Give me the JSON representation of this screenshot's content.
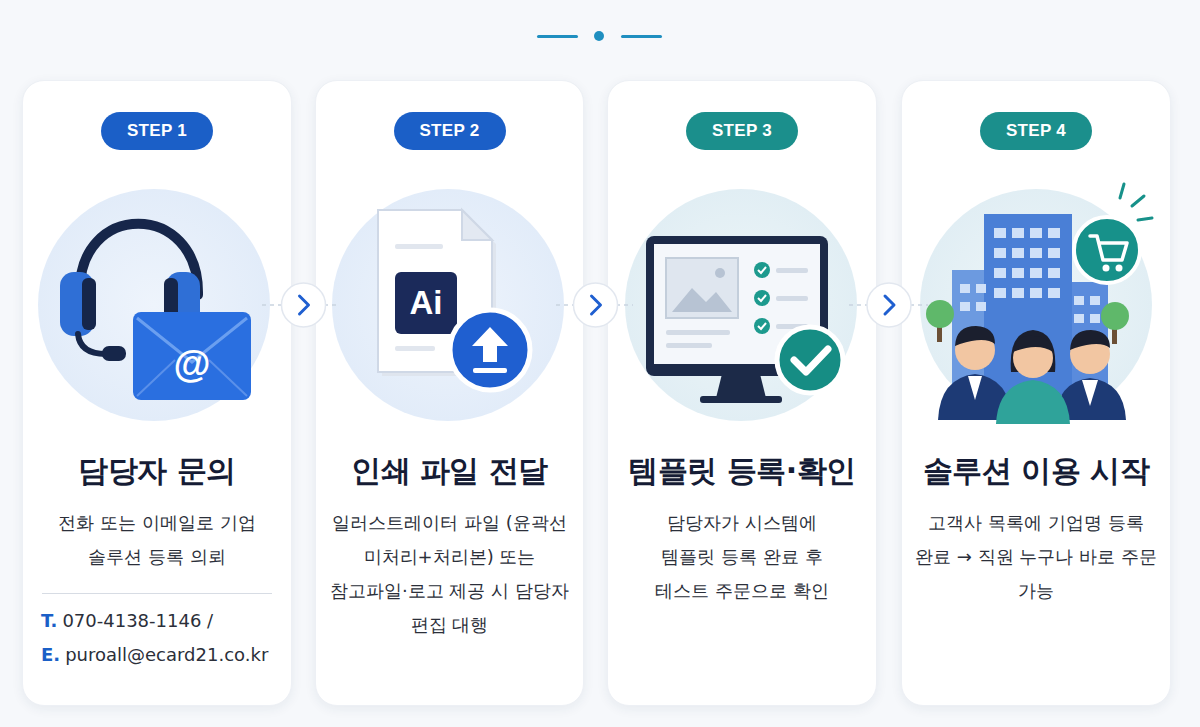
{
  "diagram": {
    "nodes": [
      {
        "text": [
          "담당자 문의",
          "전화 또는 이메일로 기업 솔루션 등록 의뢰",
          "T.",
          "070-4138-1146 /",
          "E.",
          "puroall@ecard21.co.kr"
        ]
      },
      {
        "text": [
          "STEP 1"
        ],
        "in": 0
      },
      {
        "text": [
          "인쇄 파일 전달",
          "일러스트레이터 파일 (윤곽선 미처리+처리본) 또는 참고파일·로고 제공 시 담당자 편집 대행"
        ]
      },
      {
        "text": [
          "STEP 2"
        ],
        "in": 2
      },
      {
        "text": [
          "템플릿 등록·확인",
          "담당자가 시스템에 템플릿 등록 완료 후 테스트 주문으로 확인"
        ]
      },
      {
        "text": [
          "STEP 3"
        ],
        "in": 4
      },
      {
        "text": [
          "솔루션 이용 시작",
          "고객사 목록에 기업명 등록 완료 → 직원 누구나 바로 주문 가능"
        ]
      },
      {
        "text": [
          "STEP 4"
        ],
        "in": 6
      }
    ],
    "edges": [
      {
        "from": 0,
        "to": 2,
        "arrow": "to"
      },
      {
        "from": 2,
        "to": 4,
        "arrow": "to"
      },
      {
        "from": 4,
        "to": 6,
        "arrow": "to"
      }
    ],
    "labels": [
      "@",
      "Ai"
    ]
  }
}
